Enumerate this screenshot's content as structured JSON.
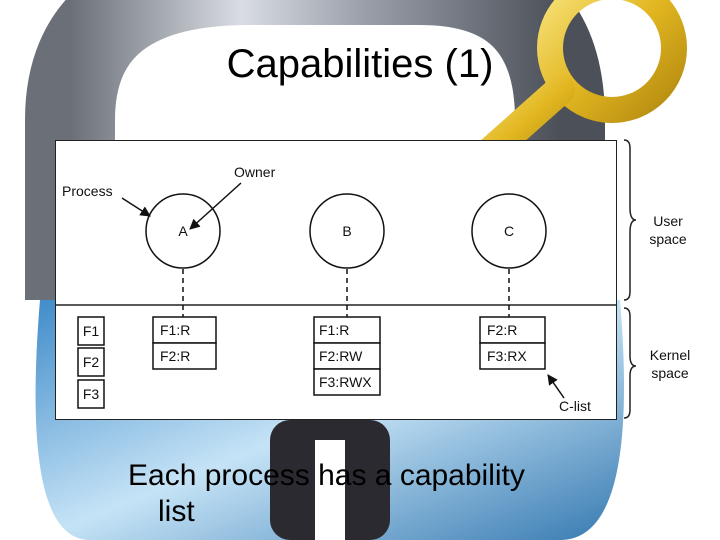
{
  "slide": {
    "title": "Capabilities (1)",
    "caption_line1": "Each process has a capability",
    "caption_line2": "list"
  },
  "diagram": {
    "labels": {
      "process": "Process",
      "owner": "Owner",
      "clist": "C-list",
      "user_space": [
        "User",
        "space"
      ],
      "kernel_space": [
        "Kernel",
        "space"
      ]
    },
    "processes": [
      "A",
      "B",
      "C"
    ],
    "files": [
      "F1",
      "F2",
      "F3"
    ],
    "clists": [
      [
        "F1:R",
        "F2:R"
      ],
      [
        "F1:R",
        "F2:RW",
        "F3:RWX"
      ],
      [
        "F2:R",
        "F3:RX"
      ]
    ]
  }
}
